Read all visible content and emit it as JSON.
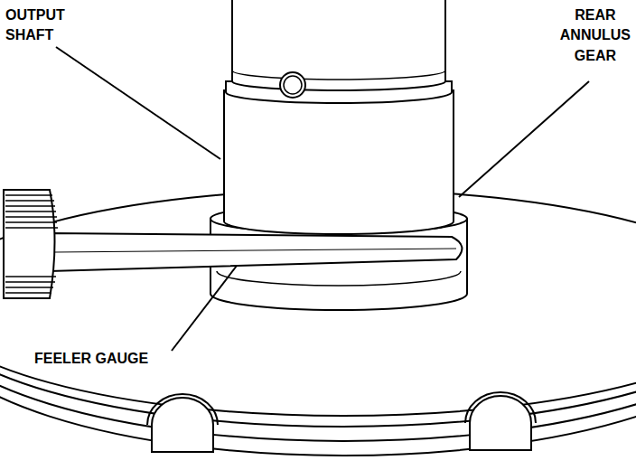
{
  "diagram": {
    "labels": [
      "OUTPUT SHAFT",
      "REAR ANNULUS GEAR",
      "FEELER GAUGE"
    ]
  }
}
